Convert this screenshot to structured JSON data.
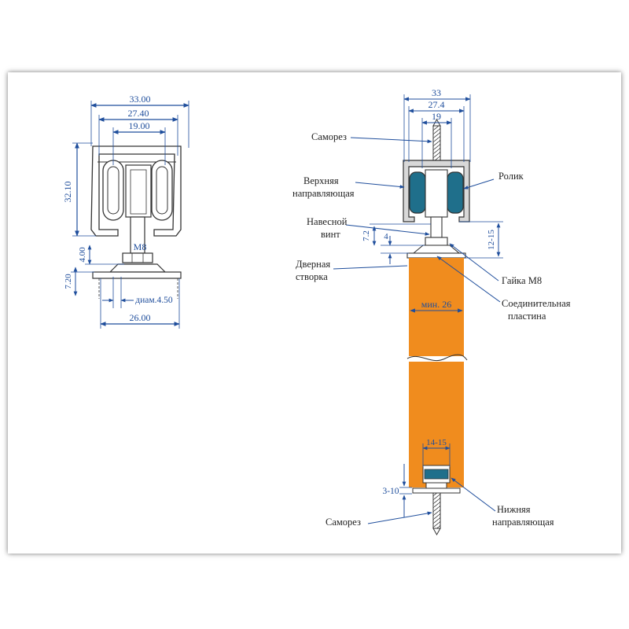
{
  "colors": {
    "dimension": "#1f4e9c",
    "door": "#f08c1e",
    "roller": "#1f6f8b",
    "rail": "#d8d8d8",
    "outline": "#333333"
  },
  "left_view": {
    "dims": {
      "w_outer": "33.00",
      "w_mid": "27.40",
      "w_inner": "19.00",
      "height": "32.10",
      "thread": "M8",
      "h_a": "4.00",
      "h_b": "7.20",
      "diameter": "диам.4.50",
      "plate_width": "26.00"
    }
  },
  "right_view": {
    "dims": {
      "w_outer": "33",
      "w_mid": "27.4",
      "w_inner": "19",
      "h_screw": "7.2",
      "h_small": "4",
      "gap": "12-15",
      "door_min": "мин. 26",
      "bottom_width": "14-15",
      "bottom_gap": "3-10"
    },
    "labels": {
      "screw_top": "Саморез",
      "top_rail_1": "Верхняя",
      "top_rail_2": "направляющая",
      "roller": "Ролик",
      "hang_screw_1": "Навесной",
      "hang_screw_2": "винт",
      "door_leaf_1": "Дверная",
      "door_leaf_2": "створка",
      "nut": "Гайка M8",
      "plate_1": "Соединительная",
      "plate_2": "пластина",
      "bottom_rail_1": "Нижняя",
      "bottom_rail_2": "направляющая",
      "screw_bottom": "Саморез"
    }
  }
}
